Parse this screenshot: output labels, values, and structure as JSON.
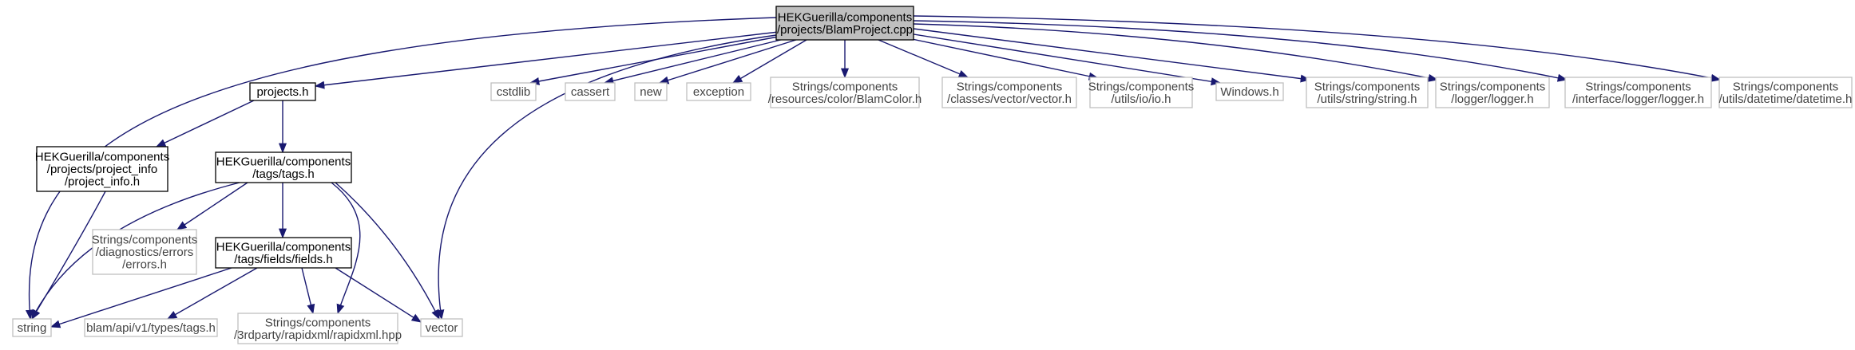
{
  "graph": {
    "colors": {
      "edge": "#191970",
      "root_fill": "#bfbfbf",
      "project_border": "#000000",
      "external_border": "#bfbfbf",
      "text": "#000000",
      "external_text": "#444444"
    },
    "nodes": {
      "root": {
        "lines": [
          "HEKGuerilla/components",
          "/projects/BlamProject.cpp"
        ],
        "kind": "root"
      },
      "projects_h": {
        "lines": [
          "projects.h"
        ],
        "kind": "project"
      },
      "cstdlib": {
        "lines": [
          "cstdlib"
        ],
        "kind": "external"
      },
      "cassert": {
        "lines": [
          "cassert"
        ],
        "kind": "external"
      },
      "new": {
        "lines": [
          "new"
        ],
        "kind": "external"
      },
      "exception": {
        "lines": [
          "exception"
        ],
        "kind": "external"
      },
      "blamcolor_h": {
        "lines": [
          "Strings/components",
          "/resources/color/BlamColor.h"
        ],
        "kind": "external"
      },
      "vector_h": {
        "lines": [
          "Strings/components",
          "/classes/vector/vector.h"
        ],
        "kind": "external"
      },
      "io_h": {
        "lines": [
          "Strings/components",
          "/utils/io/io.h"
        ],
        "kind": "external"
      },
      "windows_h": {
        "lines": [
          "Windows.h"
        ],
        "kind": "external"
      },
      "string_h": {
        "lines": [
          "Strings/components",
          "/utils/string/string.h"
        ],
        "kind": "external"
      },
      "logger_h": {
        "lines": [
          "Strings/components",
          "/logger/logger.h"
        ],
        "kind": "external"
      },
      "interface_logger_h": {
        "lines": [
          "Strings/components",
          "/interface/logger/logger.h"
        ],
        "kind": "external"
      },
      "datetime_h": {
        "lines": [
          "Strings/components",
          "/utils/datetime/datetime.h"
        ],
        "kind": "external"
      },
      "project_info_h": {
        "lines": [
          "HEKGuerilla/components",
          "/projects/project_info",
          "/project_info.h"
        ],
        "kind": "project"
      },
      "tags_h": {
        "lines": [
          "HEKGuerilla/components",
          "/tags/tags.h"
        ],
        "kind": "project"
      },
      "errors_h": {
        "lines": [
          "Strings/components",
          "/diagnostics/errors",
          "/errors.h"
        ],
        "kind": "external"
      },
      "fields_h": {
        "lines": [
          "HEKGuerilla/components",
          "/tags/fields/fields.h"
        ],
        "kind": "project"
      },
      "string": {
        "lines": [
          "string"
        ],
        "kind": "external"
      },
      "api_tags_h": {
        "lines": [
          "blam/api/v1/types/tags.h"
        ],
        "kind": "external"
      },
      "rapidxml_hpp": {
        "lines": [
          "Strings/components",
          "/3rdparty/rapidxml/rapidxml.hpp"
        ],
        "kind": "external"
      },
      "vector": {
        "lines": [
          "vector"
        ],
        "kind": "external"
      }
    },
    "edges": [
      [
        "root",
        "projects_h"
      ],
      [
        "root",
        "cstdlib"
      ],
      [
        "root",
        "cassert"
      ],
      [
        "root",
        "new"
      ],
      [
        "root",
        "exception"
      ],
      [
        "root",
        "blamcolor_h"
      ],
      [
        "root",
        "vector_h"
      ],
      [
        "root",
        "io_h"
      ],
      [
        "root",
        "windows_h"
      ],
      [
        "root",
        "string_h"
      ],
      [
        "root",
        "logger_h"
      ],
      [
        "root",
        "interface_logger_h"
      ],
      [
        "root",
        "datetime_h"
      ],
      [
        "root",
        "string"
      ],
      [
        "root",
        "vector"
      ],
      [
        "projects_h",
        "project_info_h"
      ],
      [
        "projects_h",
        "tags_h"
      ],
      [
        "project_info_h",
        "string"
      ],
      [
        "tags_h",
        "string"
      ],
      [
        "tags_h",
        "errors_h"
      ],
      [
        "tags_h",
        "fields_h"
      ],
      [
        "tags_h",
        "rapidxml_hpp"
      ],
      [
        "tags_h",
        "vector"
      ],
      [
        "fields_h",
        "string"
      ],
      [
        "fields_h",
        "api_tags_h"
      ],
      [
        "fields_h",
        "rapidxml_hpp"
      ],
      [
        "fields_h",
        "vector"
      ]
    ]
  }
}
